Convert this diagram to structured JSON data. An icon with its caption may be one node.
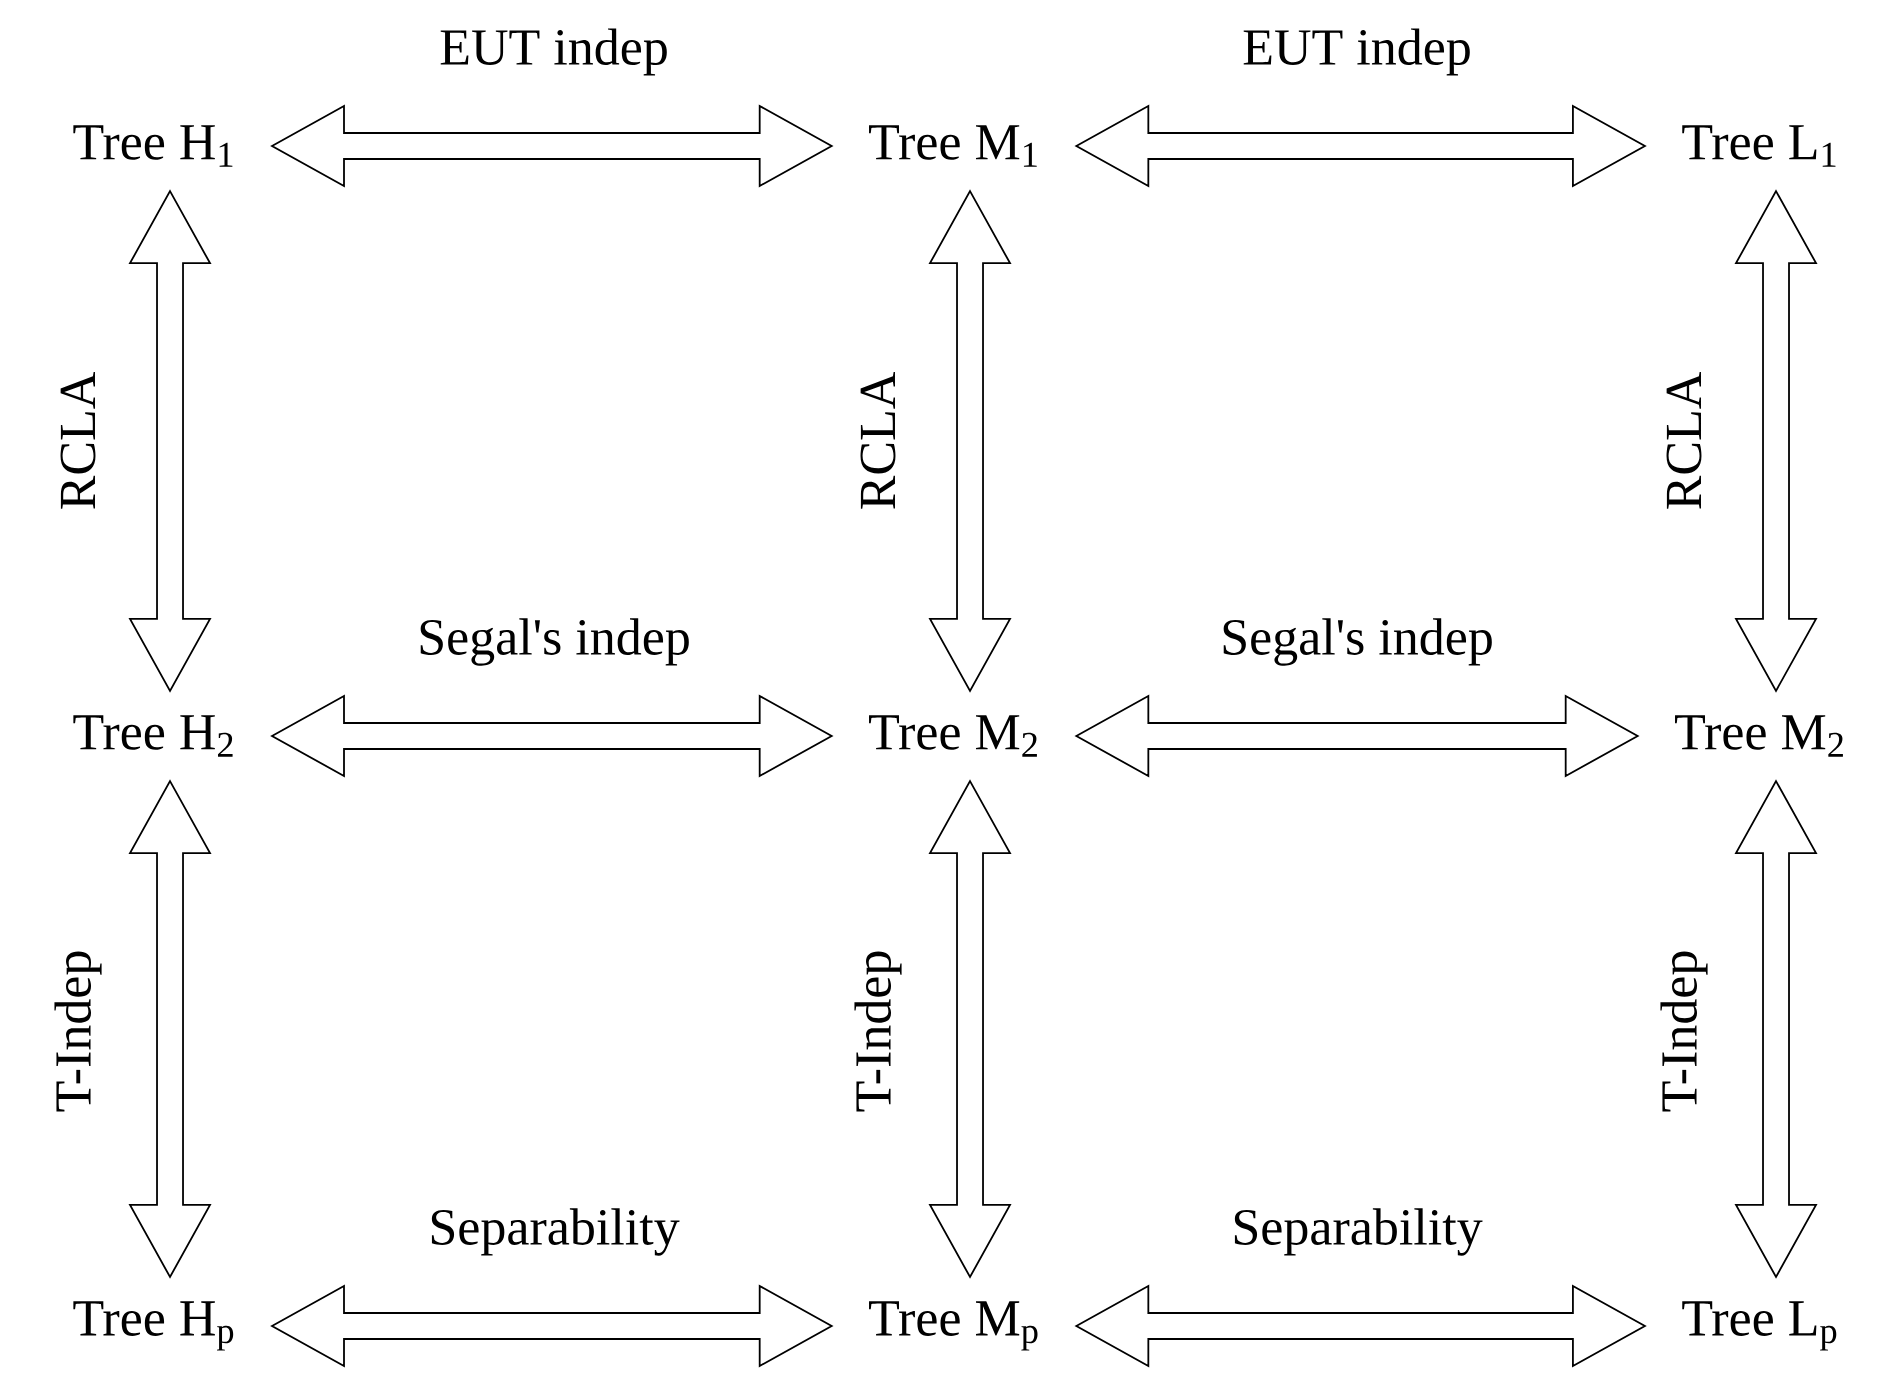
{
  "diagram": {
    "nodes": [
      {
        "text": [
          "Tree H$_{1}$"
        ]
      },
      {
        "text": [
          "Tree M$_{1}$"
        ]
      },
      {
        "text": [
          "Tree L$_{1}$"
        ]
      },
      {
        "text": [
          "Tree H$_{2}$"
        ]
      },
      {
        "text": [
          "Tree M$_{2}$"
        ]
      },
      {
        "text": [
          "Tree M$_{2}$"
        ]
      },
      {
        "text": [
          "Tree H$_{p}$"
        ]
      },
      {
        "text": [
          "Tree M$_{p}$"
        ]
      },
      {
        "text": [
          "Tree L$_{p}$"
        ]
      }
    ],
    "edges": [
      {
        "from": 0,
        "to": 1,
        "arrow": "both",
        "label": "EUT indep"
      },
      {
        "from": 1,
        "to": 2,
        "arrow": "both",
        "label": "EUT indep"
      },
      {
        "from": 0,
        "to": 3,
        "arrow": "both",
        "label": "RCLA"
      },
      {
        "from": 1,
        "to": 4,
        "arrow": "both",
        "label": "RCLA"
      },
      {
        "from": 2,
        "to": 5,
        "arrow": "both",
        "label": "RCLA"
      },
      {
        "from": 3,
        "to": 4,
        "arrow": "both",
        "label": "Segal's indep"
      },
      {
        "from": 4,
        "to": 5,
        "arrow": "both",
        "label": "Segal's indep"
      },
      {
        "from": 3,
        "to": 6,
        "arrow": "both",
        "label": "T-Indep"
      },
      {
        "from": 4,
        "to": 7,
        "arrow": "both",
        "label": "T-Indep"
      },
      {
        "from": 5,
        "to": 8,
        "arrow": "both",
        "label": "T-Indep"
      },
      {
        "from": 6,
        "to": 7,
        "arrow": "both",
        "label": "Separability"
      },
      {
        "from": 7,
        "to": 8,
        "arrow": "both",
        "label": "Separability"
      }
    ]
  }
}
